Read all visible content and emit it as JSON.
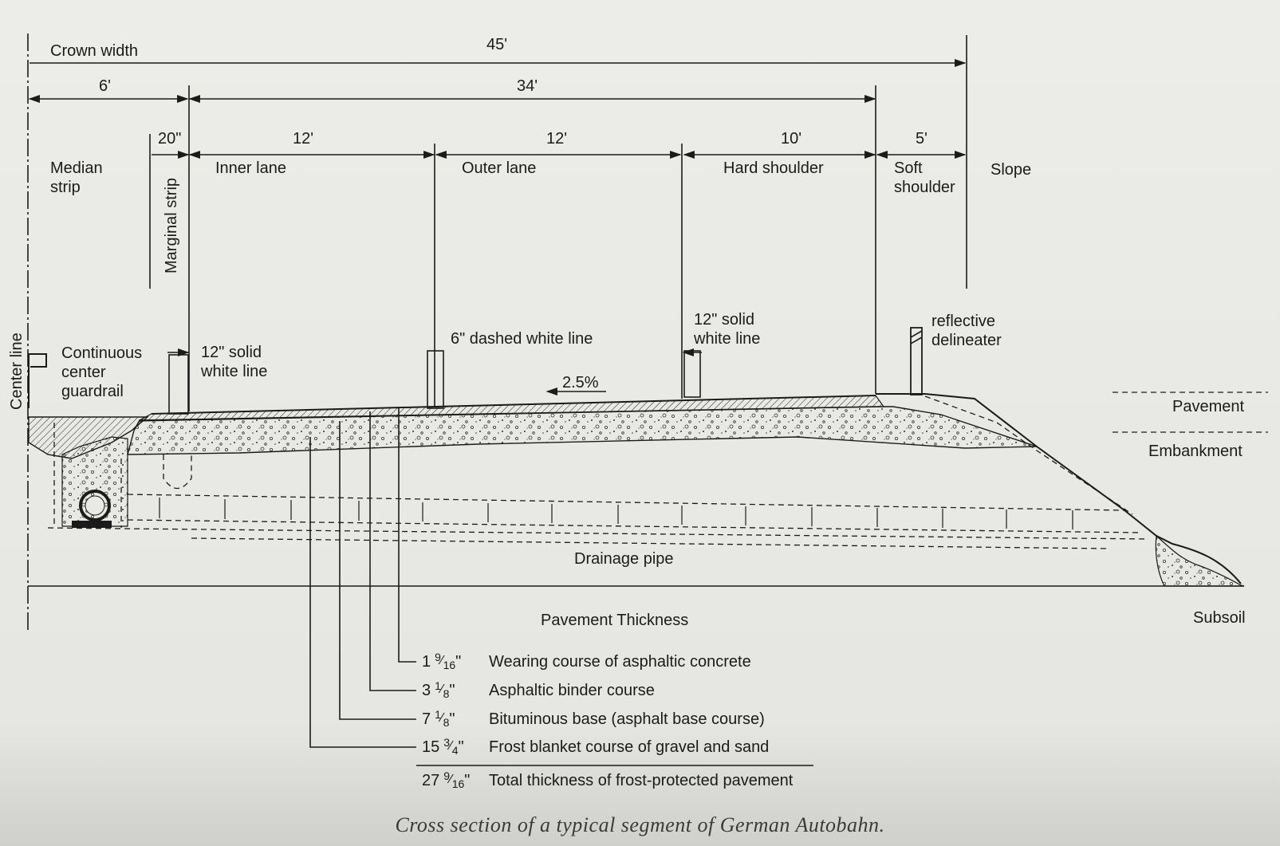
{
  "dimensions": {
    "crown_width_label": "Crown width",
    "crown_width": "45'",
    "median_width": "6'",
    "carriage_width": "34'",
    "marginal_width": "20\"",
    "inner_lane_width": "12'",
    "outer_lane_width": "12'",
    "hard_shoulder_width": "10'",
    "soft_shoulder_width": "5'"
  },
  "zones": {
    "median_l1": "Median",
    "median_l2": "strip",
    "marginal_strip": "Marginal strip",
    "inner_lane": "Inner lane",
    "outer_lane": "Outer lane",
    "hard_shoulder": "Hard shoulder",
    "soft_l1": "Soft",
    "soft_l2": "shoulder",
    "slope": "Slope"
  },
  "features": {
    "center_line": "Center line",
    "guardrail_l1": "Continuous",
    "guardrail_l2": "center",
    "guardrail_l3": "guardrail",
    "solid_inner_l1": "12\" solid",
    "solid_inner_l2": "white line",
    "dashed_line": "6\" dashed white line",
    "solid_outer_l1": "12\" solid",
    "solid_outer_l2": "white line",
    "delineator_l1": "reflective",
    "delineator_l2": "delineater",
    "crossfall": "2.5%",
    "drainage_pipe": "Drainage pipe"
  },
  "strata": {
    "pavement": "Pavement",
    "embankment": "Embankment",
    "subsoil": "Subsoil"
  },
  "thickness": {
    "title": "Pavement Thickness",
    "layers": [
      {
        "whole": "1",
        "num": "9",
        "den": "16",
        "desc": "Wearing course of asphaltic concrete"
      },
      {
        "whole": "3",
        "num": "1",
        "den": "8",
        "desc": "Asphaltic binder course"
      },
      {
        "whole": "7",
        "num": "1",
        "den": "8",
        "desc": "Bituminous base (asphalt base course)"
      },
      {
        "whole": "15",
        "num": "3",
        "den": "4",
        "desc": "Frost blanket course of gravel and sand"
      }
    ],
    "total": {
      "whole": "27",
      "num": "9",
      "den": "16",
      "desc": "Total thickness of frost-protected pavement"
    }
  },
  "caption": "Cross section of a typical segment of German Autobahn."
}
